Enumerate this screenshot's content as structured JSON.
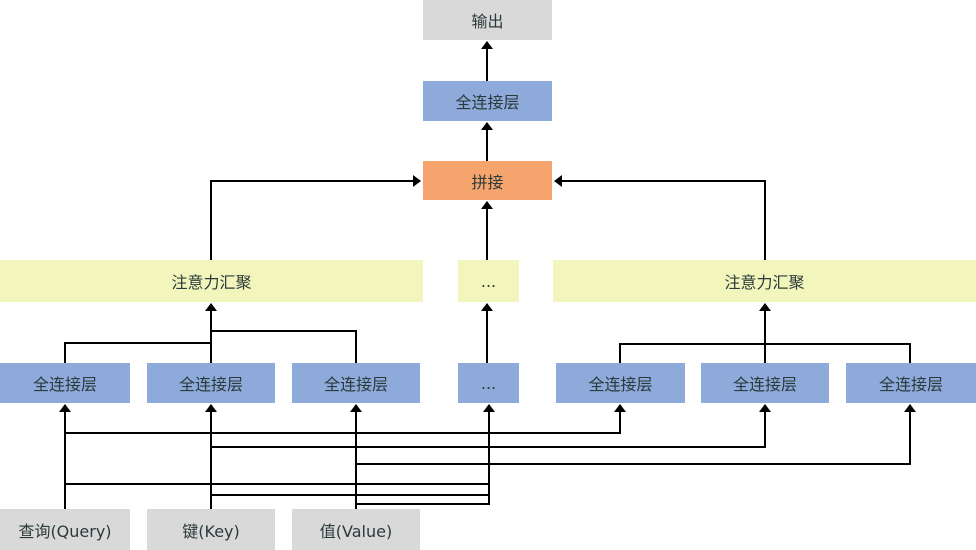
{
  "colors": {
    "input": "#d9d9d9",
    "linear": "#8eaadb",
    "attention": "#f3f6bc",
    "concat": "#f4a46c"
  },
  "output": "输出",
  "final_linear": "全连接层",
  "concat": "拼接",
  "attention": [
    "注意力汇聚",
    "...",
    "注意力汇聚"
  ],
  "linear": [
    "全连接层",
    "全连接层",
    "全连接层",
    "...",
    "全连接层",
    "全连接层",
    "全连接层"
  ],
  "inputs": {
    "query": "查询(Query)",
    "key": "键(Key)",
    "value": "值(Value)"
  }
}
